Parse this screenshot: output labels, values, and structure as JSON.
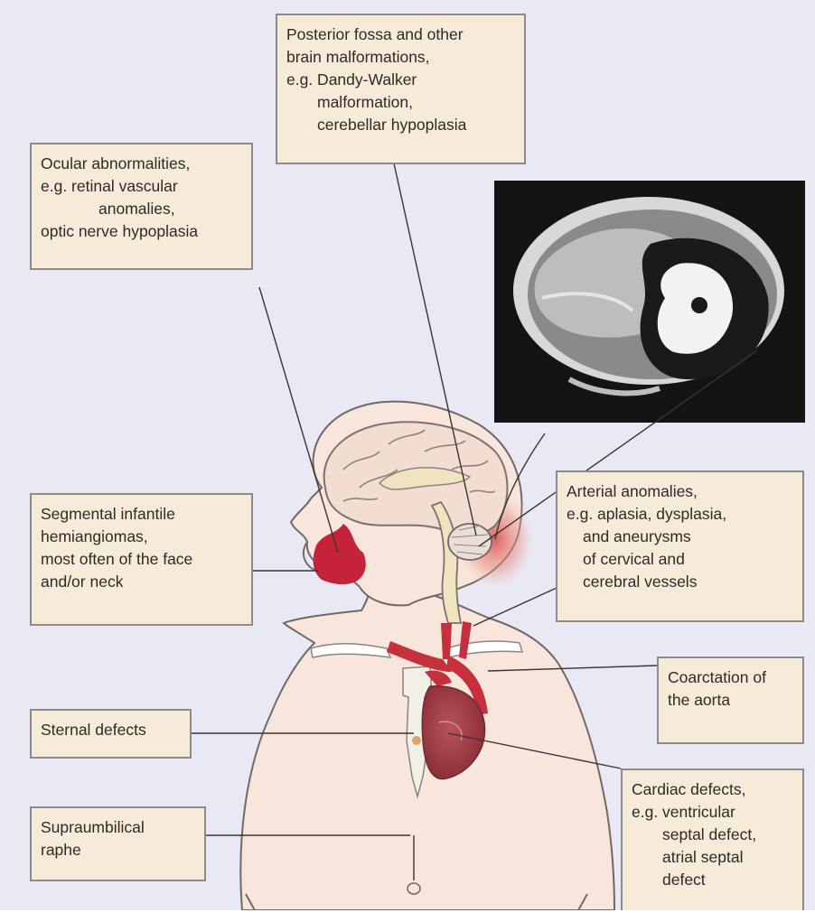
{
  "labels": {
    "posterior_fossa": [
      "Posterior fossa and other",
      "brain malformations,",
      "e.g. Dandy-Walker",
      "malformation,",
      "cerebellar hypoplasia"
    ],
    "ocular": [
      "Ocular abnormalities,",
      "e.g. retinal vascular",
      "anomalies,",
      "optic nerve hypoplasia"
    ],
    "hemangiomas": [
      "Segmental infantile",
      "hemiangiomas,",
      "most often of the face",
      "and/or neck"
    ],
    "arterial": [
      "Arterial anomalies,",
      "e.g. aplasia, dysplasia,",
      "and aneurysms",
      "of cervical and",
      "cerebral vessels"
    ],
    "coarctation": [
      "Coarctation of",
      "the aorta"
    ],
    "sternal": [
      "Sternal defects"
    ],
    "supraumbilical": [
      "Supraumbilical",
      "raphe"
    ],
    "cardiac": [
      "Cardiac defects,",
      "e.g. ventricular",
      "septal defect,",
      "atrial septal",
      "defect"
    ]
  },
  "colors": {
    "background": "#e9e9f6",
    "box_fill": "#f6ebd9",
    "box_border": "#8f8a83",
    "skin": "#f8e6dc",
    "outline": "#6f6a66",
    "lesion_red": "#c5233a",
    "mri_background": "#141414"
  }
}
